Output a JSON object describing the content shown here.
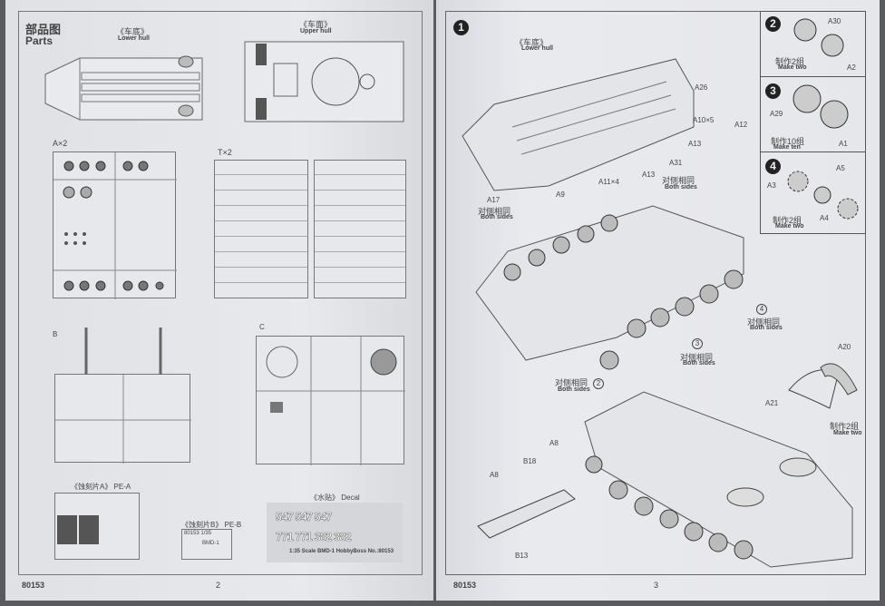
{
  "left_page": {
    "heading_cn": "部品图",
    "heading_en": "Parts",
    "lower_hull": {
      "cn": "《车底》",
      "en": "Lower hull"
    },
    "upper_hull": {
      "cn": "《车面》",
      "en": "Upper hull"
    },
    "sprue_a": "A×2",
    "sprue_t": "T×2",
    "sprue_b": "B",
    "sprue_c": "C",
    "pe_a": "《蚀刻片A》 PE-A",
    "pe_b": "《蚀刻片B》 PE-B",
    "pe_b_text": "80153 1/35",
    "pe_b_name": "BMD-1",
    "decal_title": "《水贴》 Decal",
    "decal_numbers": [
      "547",
      "547",
      "547",
      "771",
      "771",
      "382",
      "382"
    ],
    "decal_caption": "1:35 Scale   BMD-1   HobbyBoss No.:80153",
    "footer_code": "80153",
    "page_number": "2"
  },
  "right_page": {
    "step1": {
      "number": "1",
      "lower_hull_cn": "《车底》",
      "lower_hull_en": "Lower hull",
      "labels": [
        "A26",
        "A10×5",
        "A12",
        "A13",
        "A31",
        "A13",
        "A11×4",
        "A9",
        "A17"
      ],
      "both_sides_cn": "对侧相同",
      "both_sides_en": "Both sides"
    },
    "step2": {
      "number": "2",
      "parts": [
        "A30",
        "A2"
      ],
      "cn": "制作2组",
      "en": "Make two"
    },
    "step3": {
      "number": "3",
      "parts": [
        "A29",
        "A1"
      ],
      "cn": "制作10组",
      "en": "Make ten"
    },
    "step4": {
      "number": "4",
      "parts": [
        "A5",
        "A3",
        "A4"
      ],
      "cn": "制作2组",
      "en": "Make two"
    },
    "callouts": [
      "4",
      "3",
      "2"
    ],
    "both_sides_cn": "对侧相同",
    "both_sides_en": "Both sides",
    "a20": "A20",
    "a21": "A21",
    "make_two_cn": "制作2组",
    "make_two_en": "Make two",
    "parts_b": [
      "A8",
      "B18",
      "A8",
      "B13"
    ],
    "footer_code": "80153",
    "page_number": "3"
  }
}
